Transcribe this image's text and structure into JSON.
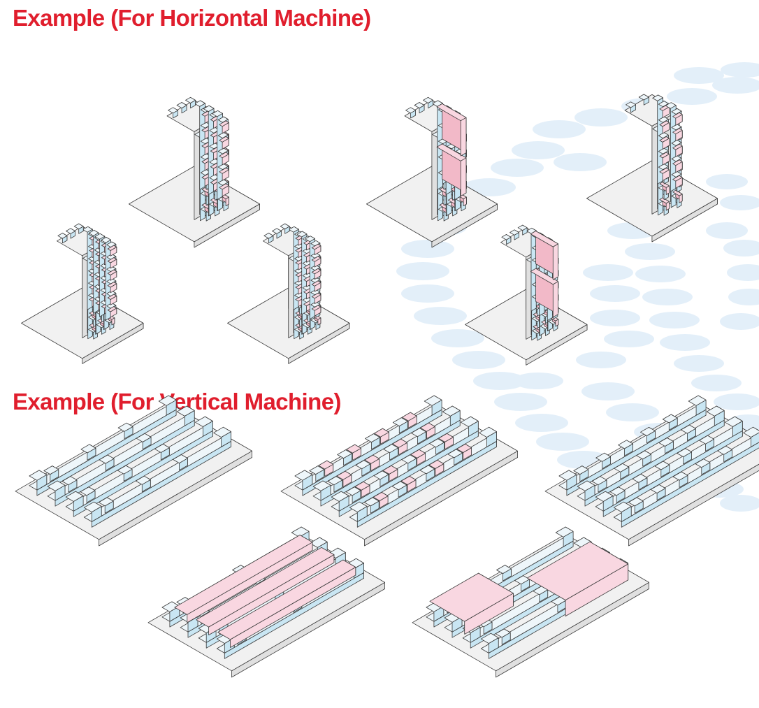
{
  "sections": {
    "horizontal": {
      "title": "Example (For Horizontal Machine)"
    },
    "vertical": {
      "title": "Example (For Vertical Machine)"
    }
  },
  "colors": {
    "title": "#e01e2d",
    "workpiece": "#f9d7e1",
    "workpiece_side": "#f2b9c8",
    "clamp_top": "#eef6fa",
    "clamp_front": "#c9e6f3",
    "clamp_side": "#a9cfe2",
    "block_top": "#f1f1f1",
    "block_front": "#e0e0e0",
    "block_side": "#cccccc",
    "outline": "#3a3a3a",
    "decor_dots": "#e3eff9"
  },
  "illustrations": [
    {
      "name": "tombstone-1"
    },
    {
      "name": "tombstone-2"
    },
    {
      "name": "tombstone-3"
    },
    {
      "name": "tombstone-4"
    },
    {
      "name": "tombstone-5"
    },
    {
      "name": "tombstone-6"
    },
    {
      "name": "fixture-plate-1"
    },
    {
      "name": "fixture-plate-2"
    },
    {
      "name": "fixture-plate-3"
    },
    {
      "name": "fixture-plate-4"
    },
    {
      "name": "fixture-plate-5"
    }
  ]
}
